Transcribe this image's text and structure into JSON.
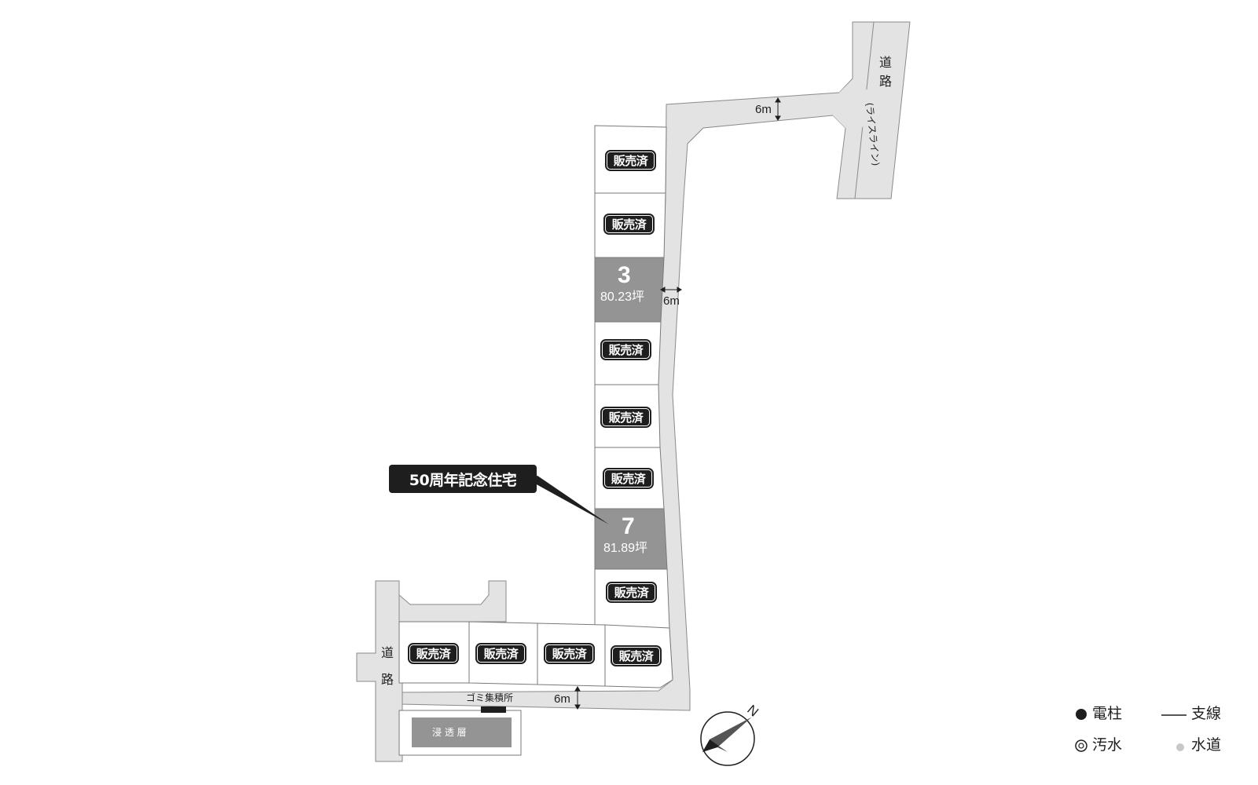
{
  "roads": {
    "rice_line_main": "道路",
    "rice_line_sub": "(ライスライン)",
    "west_road": "道路",
    "width_north": "6m",
    "width_middle": "6m",
    "width_south": "6m"
  },
  "lots": {
    "sold_label": "販売済",
    "available": [
      {
        "number": "3",
        "area": "80.23坪"
      },
      {
        "number": "7",
        "area": "81.89坪"
      }
    ]
  },
  "callout": {
    "text": "50周年記念住宅"
  },
  "facilities": {
    "garbage": "ゴミ集積所",
    "infiltration": "浸 透 層"
  },
  "compass": {
    "north": "N"
  },
  "legend": {
    "pole": "電柱",
    "wire": "支線",
    "sewage": "汚水",
    "water": "水道"
  },
  "colors": {
    "road_fill": "#e3e3e3",
    "available_lot": "#949494",
    "sold_badge": "#1e1e1e"
  }
}
